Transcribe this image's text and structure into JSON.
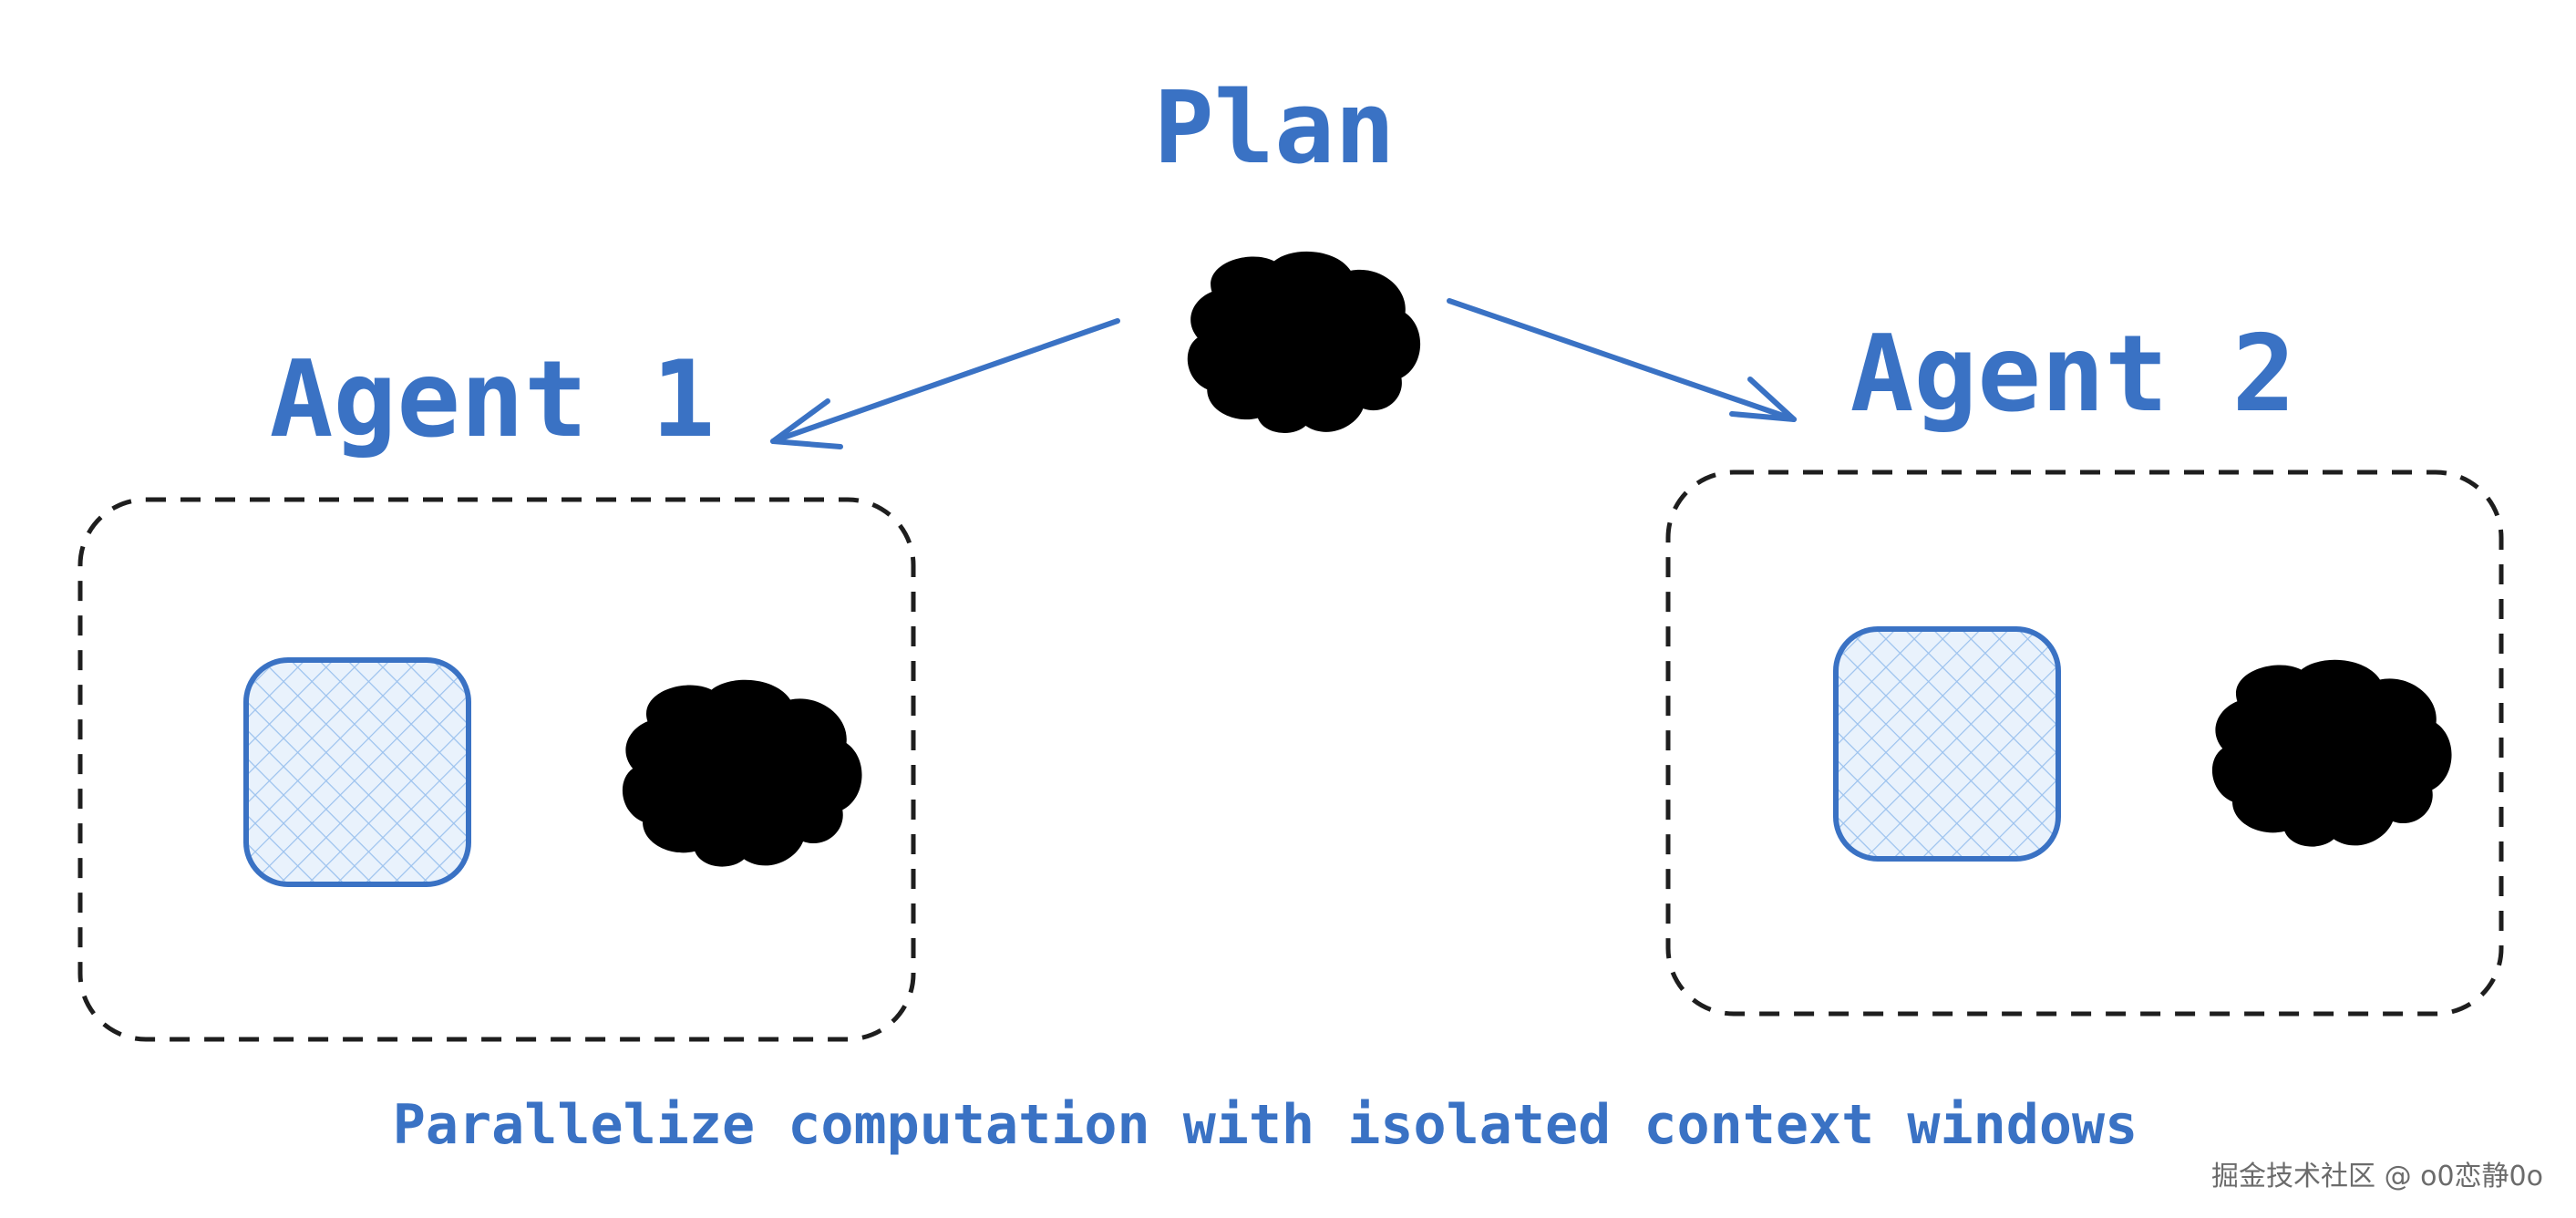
{
  "diagram": {
    "plan_label": "Plan",
    "agent1_label": "Agent 1",
    "agent2_label": "Agent 2",
    "caption": "Parallelize computation with isolated context windows",
    "watermark": "掘金技术社区 @ o0恋静0o"
  },
  "colors": {
    "ink_blue": "#3a72c4",
    "fill_light_blue": "#cfe2f8",
    "dash_black": "#1e1e1e",
    "watermark_gray": "#6b6b6b"
  },
  "icons": [
    "brain-icon",
    "context-window-square"
  ]
}
